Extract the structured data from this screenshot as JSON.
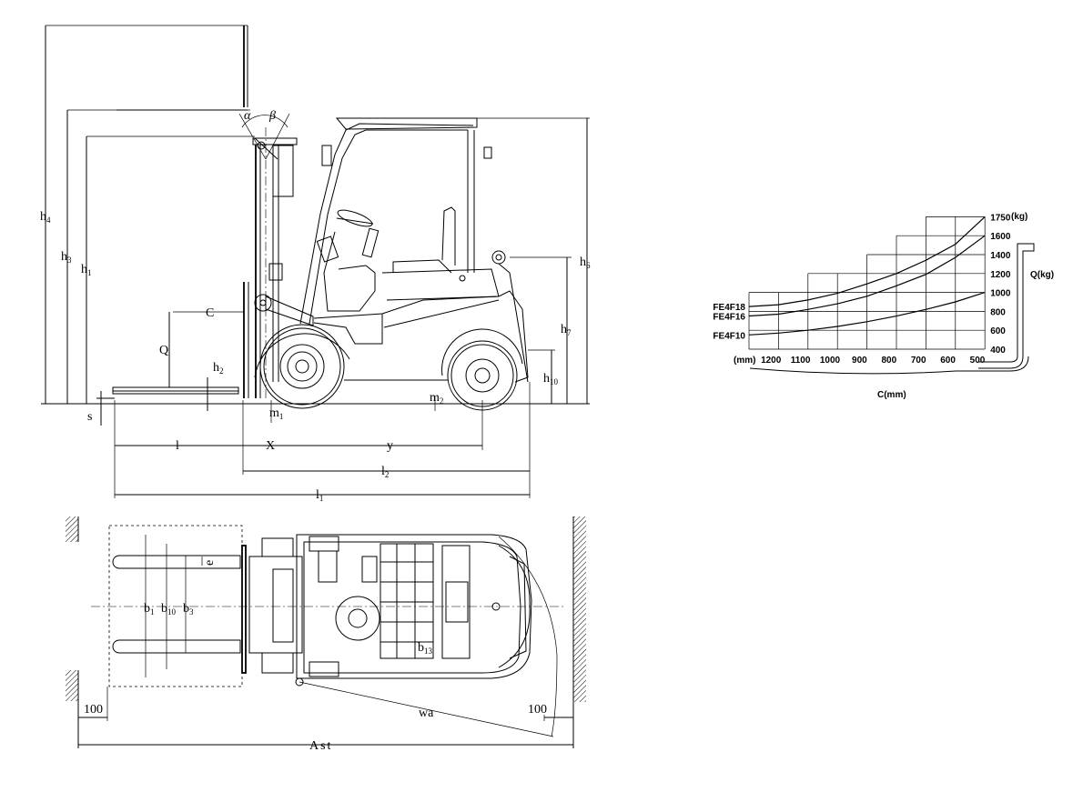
{
  "side_view": {
    "labels": {
      "h4": {
        "main": "h",
        "sub": "4"
      },
      "h3": {
        "main": "h",
        "sub": "3"
      },
      "h1": {
        "main": "h",
        "sub": "1"
      },
      "h2": {
        "main": "h",
        "sub": "2"
      },
      "h6": {
        "main": "h",
        "sub": "6"
      },
      "h7": {
        "main": "h",
        "sub": "7"
      },
      "h10": {
        "main": "h",
        "sub": "10"
      },
      "alpha": "α",
      "beta": "β",
      "c": "C",
      "q": "Q",
      "s": "s",
      "m1": {
        "main": "m",
        "sub": "1"
      },
      "m2": {
        "main": "m",
        "sub": "2"
      },
      "l": "l",
      "x": "X",
      "y": "y",
      "l2": {
        "main": "l",
        "sub": "2"
      },
      "l1": {
        "main": "l",
        "sub": "1"
      }
    }
  },
  "top_view": {
    "labels": {
      "b1": {
        "main": "b",
        "sub": "1"
      },
      "b10": {
        "main": "b",
        "sub": "10"
      },
      "b3": {
        "main": "b",
        "sub": "3"
      },
      "b13": {
        "main": "b",
        "sub": "13"
      },
      "e": "e",
      "wa": "wa",
      "ast": "Ast",
      "left_clearance": "100",
      "right_clearance": "100"
    }
  },
  "chart_data": {
    "type": "line",
    "title": "",
    "xlabel": "C(mm)",
    "ylabel": "Q(kg)",
    "x_unit": "(mm)",
    "y_unit": "(kg)",
    "x_ticks": [
      1200,
      1100,
      1000,
      900,
      800,
      700,
      600,
      500
    ],
    "x_reversed": true,
    "y_ticks": [
      400,
      600,
      800,
      1000,
      1200,
      1400,
      1600,
      1750
    ],
    "ylim": [
      400,
      1750
    ],
    "grid": true,
    "series": [
      {
        "name": "FE4F18",
        "x": [
          1200,
          1100,
          1000,
          900,
          800,
          700,
          600,
          500
        ],
        "values": [
          870,
          920,
          990,
          1090,
          1200,
          1340,
          1510,
          1750
        ]
      },
      {
        "name": "FE4F16",
        "x": [
          1200,
          1100,
          1000,
          900,
          800,
          700,
          600,
          500
        ],
        "values": [
          770,
          820,
          880,
          960,
          1070,
          1190,
          1370,
          1600
        ]
      },
      {
        "name": "FE4F10",
        "x": [
          1200,
          1100,
          1000,
          900,
          800,
          700,
          600,
          500
        ],
        "values": [
          570,
          600,
          640,
          690,
          750,
          820,
          900,
          1000
        ]
      }
    ]
  }
}
